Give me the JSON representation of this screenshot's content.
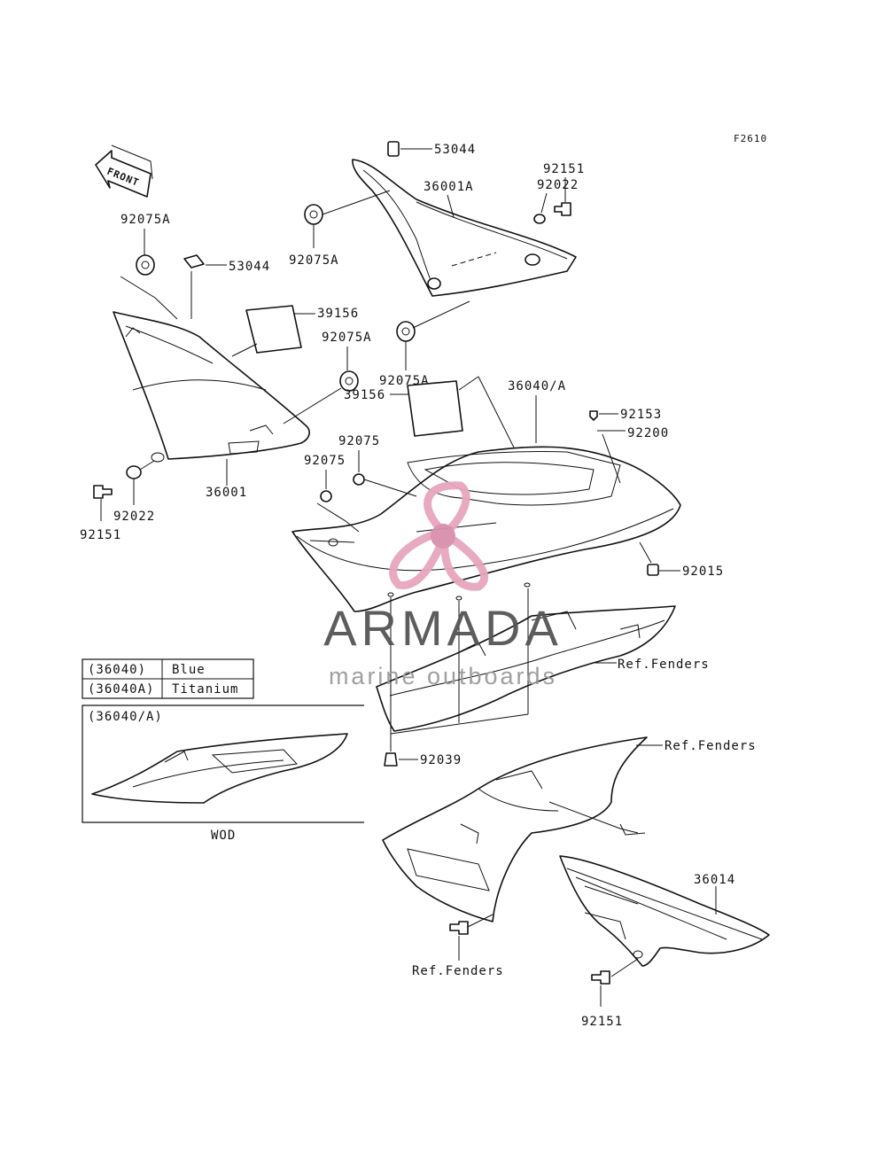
{
  "figure_code": "F2610",
  "front_arrow_label": "FRONT",
  "callouts": {
    "c53044_top": "53044",
    "c36001A": "36001A",
    "c92022_right": "92022",
    "c92151_top": "92151",
    "c92075A_upper_left": "92075A",
    "c92075A_mid": "92075A",
    "c53044_left": "53044",
    "c39156_left": "39156",
    "c92075A_right": "92075A",
    "c92075A_center": "92075A",
    "c39156_center": "39156",
    "c36040A": "36040/A",
    "c92153": "92153",
    "c92200": "92200",
    "c92075_a": "92075",
    "c92075_b": "92075",
    "c36001": "36001",
    "c92022_left": "92022",
    "c92151_left": "92151",
    "c92015": "92015",
    "ref_fenders_1": "Ref.Fenders",
    "ref_fenders_2": "Ref.Fenders",
    "c92039": "92039",
    "c36014": "36014",
    "ref_fenders_3": "Ref.Fenders",
    "c92151_bottom": "92151"
  },
  "color_table": {
    "rows": [
      {
        "code": "(36040)",
        "color": "Blue"
      },
      {
        "code": "(36040A)",
        "color": "Titanium"
      }
    ]
  },
  "inset": {
    "title": "(36040/A)",
    "caption": "WOD"
  },
  "watermark": {
    "brand": "ARMADA",
    "tagline": "marine outboards",
    "accent_color": "#e7a6bd",
    "text_color": "#555555"
  }
}
